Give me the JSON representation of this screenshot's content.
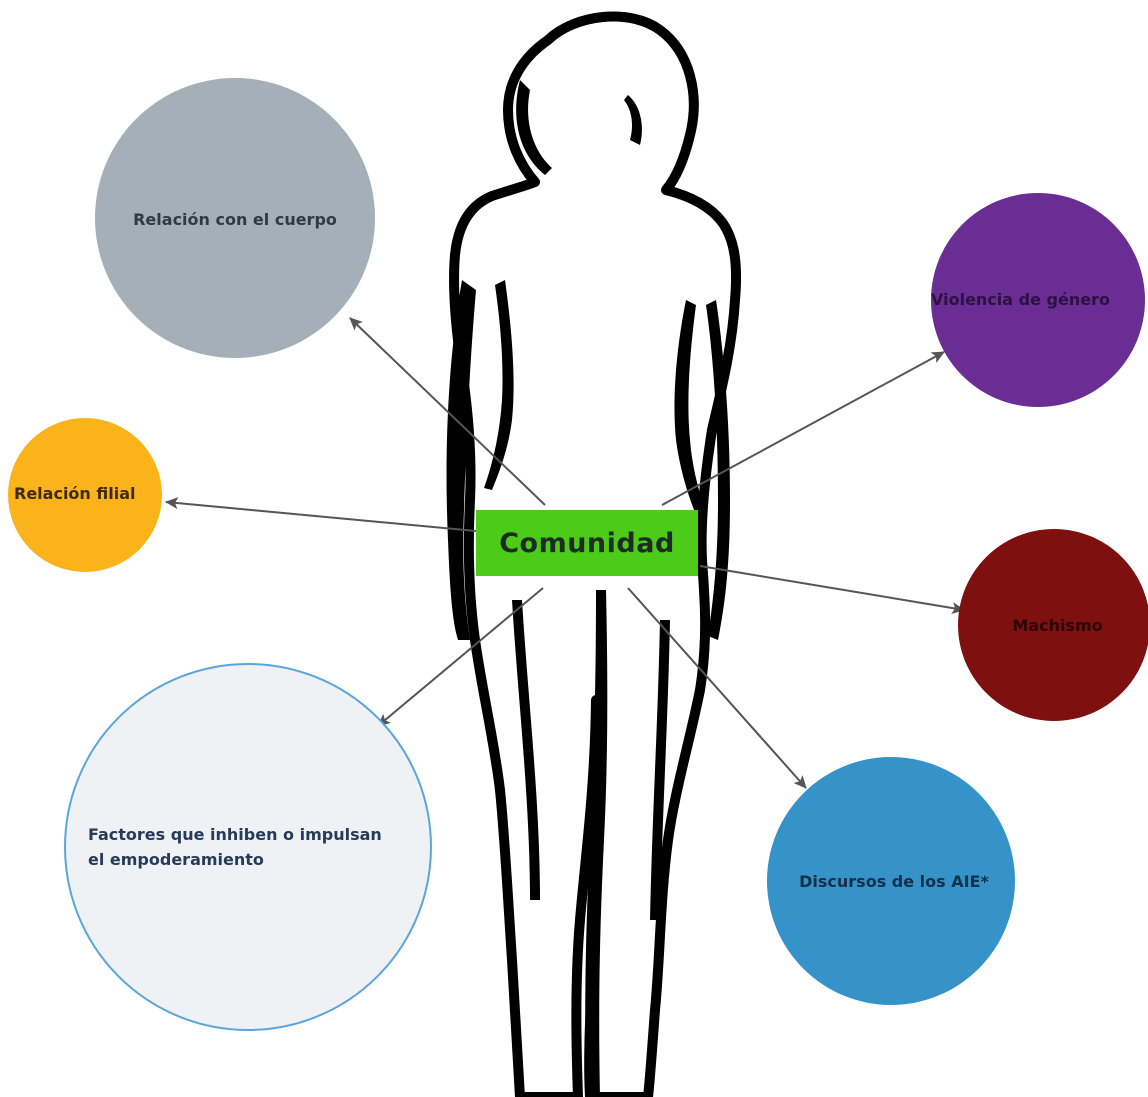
{
  "center": {
    "label": "Comunidad",
    "color": "#4ccb18"
  },
  "nodes": {
    "relacion_cuerpo": {
      "label": "Relación con el cuerpo",
      "fill": "#a4afb8",
      "text_color": "#2f3a44"
    },
    "violencia_genero": {
      "label": "Violencia de género",
      "fill": "#6a2d94",
      "text_color": "#2c1240"
    },
    "relacion_filial": {
      "label": "Relación filial",
      "fill": "#fbb31b",
      "text_color": "#3e2a06"
    },
    "machismo": {
      "label": "Machismo",
      "fill": "#7e1010",
      "text_color": "#2c0606"
    },
    "factores": {
      "label": "Factores que inhiben o impulsan el empoderamiento",
      "fill": "#eff1f4",
      "border": "#5aa6dc",
      "text_color": "#263a5a"
    },
    "discursos": {
      "label": "Discursos de los AIE*",
      "fill": "#3593c9",
      "text_color": "#14304a"
    }
  },
  "figure": {
    "description_icon": "woman-silhouette-icon",
    "color": "#000000"
  }
}
